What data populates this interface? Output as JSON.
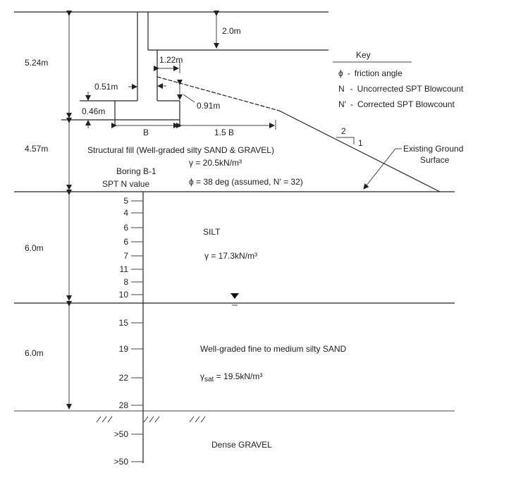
{
  "dimensions": {
    "height_total": "5.24m",
    "wall_depth": "2.0m",
    "setback": "1.22m",
    "stem_width": "0.51m",
    "footing_thickness": "0.46m",
    "slope_offset": "0.91m",
    "footing_width": "B",
    "slope_distance": "1.5 B",
    "fill_thickness": "4.57m",
    "silt_thickness": "6.0m",
    "sand_thickness": "6.0m"
  },
  "key": {
    "title": "Key",
    "items": [
      {
        "symbol": "ϕ",
        "sep": "-",
        "text": "friction angle"
      },
      {
        "symbol": "N",
        "sep": "-",
        "text": "Uncorrected SPT Blowcount"
      },
      {
        "symbol": "N'",
        "sep": "-",
        "text": "Corrected SPT Blowcount"
      }
    ]
  },
  "slope": {
    "h": "2",
    "v": "1"
  },
  "existing_ground": {
    "line1": "Existing Ground",
    "line2": "Surface"
  },
  "fill": {
    "name": "Structural fill (Well-graded silty SAND & GRAVEL)",
    "gamma": "γ = 20.5kN/m³",
    "phi": "ϕ = 38 deg (assumed, N' = 32)"
  },
  "boring": {
    "title": "Boring B-1",
    "subtitle": "SPT N value"
  },
  "spt_values": [
    "5",
    "4",
    "6",
    "6",
    "7",
    "11",
    "8",
    "10",
    "15",
    "19",
    "22",
    "28",
    ">50",
    ">50"
  ],
  "layers": {
    "silt": {
      "name": "SILT",
      "gamma": "γ = 17.3kN/m³"
    },
    "sand": {
      "name": "Well-graded fine to medium silty SAND",
      "gamma_symbol": "γ",
      "gamma_sub": "sat",
      "gamma_value": " = 19.5kN/m³"
    },
    "gravel": {
      "name": "Dense GRAVEL"
    }
  }
}
